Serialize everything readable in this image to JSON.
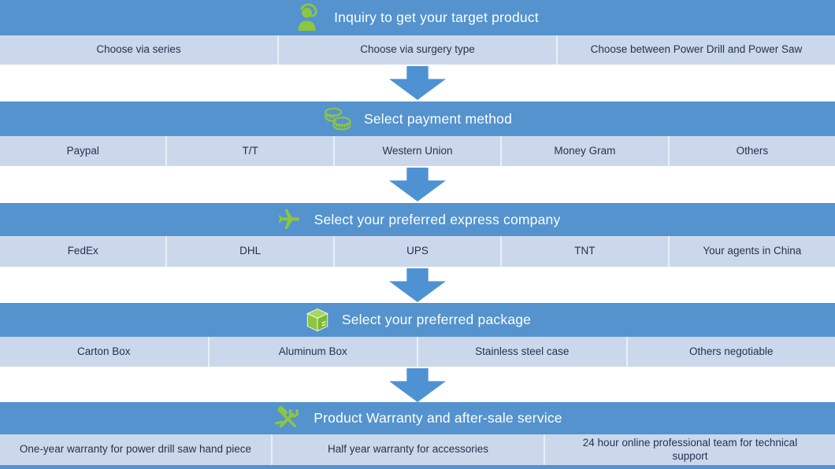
{
  "colors": {
    "header_blue": "#5493ce",
    "row_blue": "#cbd8ec",
    "icon_green": "#8dc63f",
    "arrow_blue": "#4e92d3",
    "header_text": "#fcfeff",
    "cell_text": "#24324e"
  },
  "sections": [
    {
      "title": "Inquiry to get your target product",
      "icon": "support-person-icon",
      "cells": [
        "Choose via series",
        "Choose via surgery type",
        "Choose between Power Drill and Power Saw"
      ]
    },
    {
      "title": "Select payment method",
      "icon": "coins-icon",
      "cells": [
        "Paypal",
        "T/T",
        "Western Union",
        "Money Gram",
        "Others"
      ]
    },
    {
      "title": "Select your preferred express company",
      "icon": "plane-icon",
      "cells": [
        "FedEx",
        "DHL",
        "UPS",
        "TNT",
        "Your agents in China"
      ]
    },
    {
      "title": "Select your preferred package",
      "icon": "package-icon",
      "cells": [
        "Carton Box",
        "Aluminum Box",
        "Stainless steel case",
        "Others negotiable"
      ]
    },
    {
      "title": "Product Warranty and after-sale service",
      "icon": "tools-icon",
      "cells": [
        "One-year warranty for power drill saw hand piece",
        "Half year warranty for accessories",
        "24 hour online professional team for technical support"
      ]
    }
  ]
}
